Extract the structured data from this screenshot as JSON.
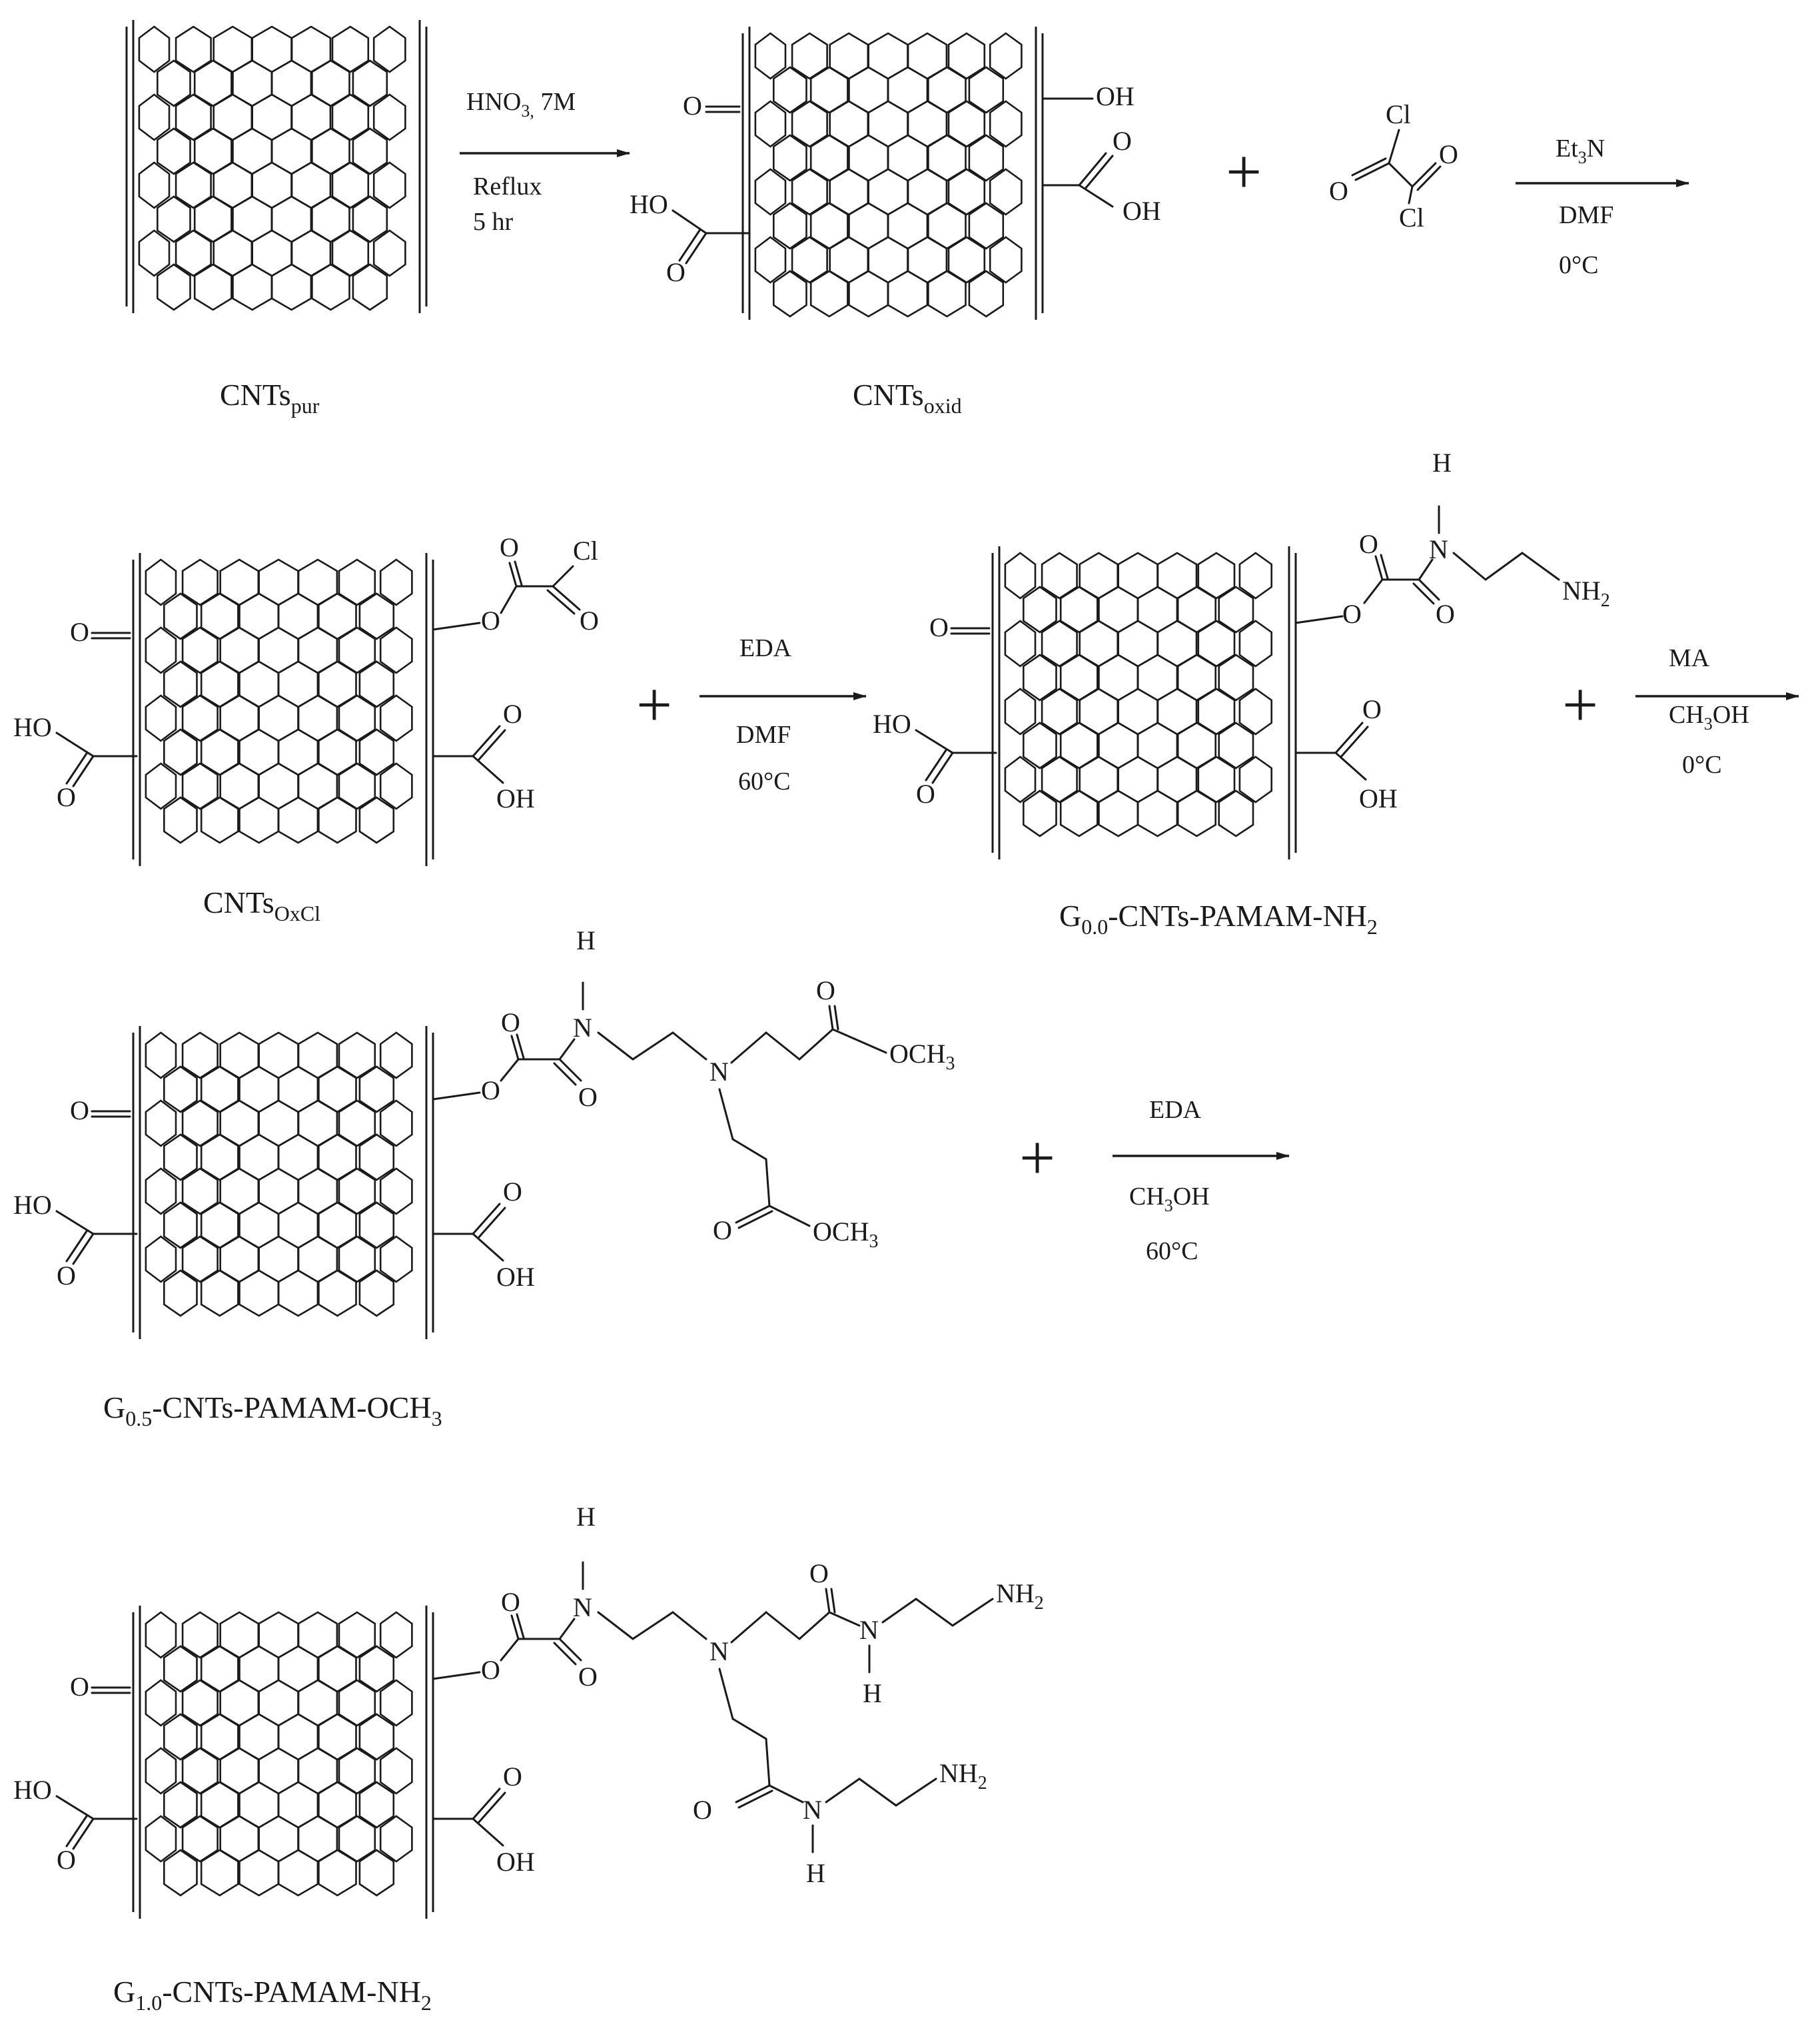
{
  "row1": {
    "pur_label": "CNTspur",
    "pur_label_main": "CNTs",
    "pur_label_sub": "pur",
    "step1": {
      "reagent_main": "HNO",
      "reagent_sub": "3,",
      "reagent_tail": " 7M",
      "cond1": "Reflux",
      "cond2": "5 hr"
    },
    "oxid_label_main": "CNTs",
    "oxid_label_sub": "oxid",
    "oxid_groups": {
      "ketone": "O",
      "oh": "OH",
      "acid_o": "O",
      "acid_oh": "OH",
      "ho": "HO",
      "acid_o_left": "O"
    },
    "plus": "+",
    "oxalyl": {
      "cl_top": "Cl",
      "cl_bottom": "Cl",
      "o_left": "O",
      "o_right": "O"
    },
    "step2": {
      "reagent_main": "Et",
      "reagent_sub": "3",
      "reagent_tail": "N",
      "cond1": "DMF",
      "cond2": "0°C"
    }
  },
  "row2": {
    "oxcl_label_main": "CNTs",
    "oxcl_label_sub": "OxCl",
    "oxcl_groups": {
      "cl": "Cl",
      "o1": "O",
      "o2": "O",
      "o_link": "O"
    },
    "plus1": "+",
    "step3": {
      "reagent": "EDA",
      "cond1": "DMF",
      "cond2": "60°C"
    },
    "g00_label_main": "G",
    "g00_label_sub": "0.0",
    "g00_label_tail": "-CNTs-PAMAM-NH",
    "g00_label_sub2": "2",
    "g00_groups": {
      "h": "H",
      "n": "N",
      "nh2_main": "NH",
      "nh2_sub": "2",
      "o1": "O",
      "o2": "O",
      "o_link": "O"
    },
    "plus2": "+",
    "step4": {
      "reagent": "MA",
      "cond1_main": "CH",
      "cond1_sub": "3",
      "cond1_tail": "OH",
      "cond2": "0°C"
    }
  },
  "row3": {
    "g05_label_main": "G",
    "g05_label_sub": "0.5",
    "g05_label_tail": "-CNTs-PAMAM-OCH",
    "g05_label_sub2": "3",
    "g05_groups": {
      "h": "H",
      "n1": "N",
      "n2": "N",
      "o1": "O",
      "o2": "O",
      "o_link": "O",
      "o_top": "O",
      "o_bottom": "O",
      "och3_main": "OCH",
      "och3_sub": "3"
    },
    "plus": "+",
    "step5": {
      "reagent": "EDA",
      "cond1_main": "CH",
      "cond1_sub": "3",
      "cond1_tail": "OH",
      "cond2": "60°C"
    }
  },
  "row4": {
    "g10_label_main": "G",
    "g10_label_sub": "1.0",
    "g10_label_tail": "-CNTs-PAMAM-NH",
    "g10_label_sub2": "2",
    "g10_groups": {
      "h": "H",
      "n": "N",
      "o": "O",
      "nh2_main": "NH",
      "nh2_sub": "2"
    }
  },
  "common": {
    "ketone": "O",
    "ho": "HO",
    "o": "O",
    "oh": "OH"
  }
}
